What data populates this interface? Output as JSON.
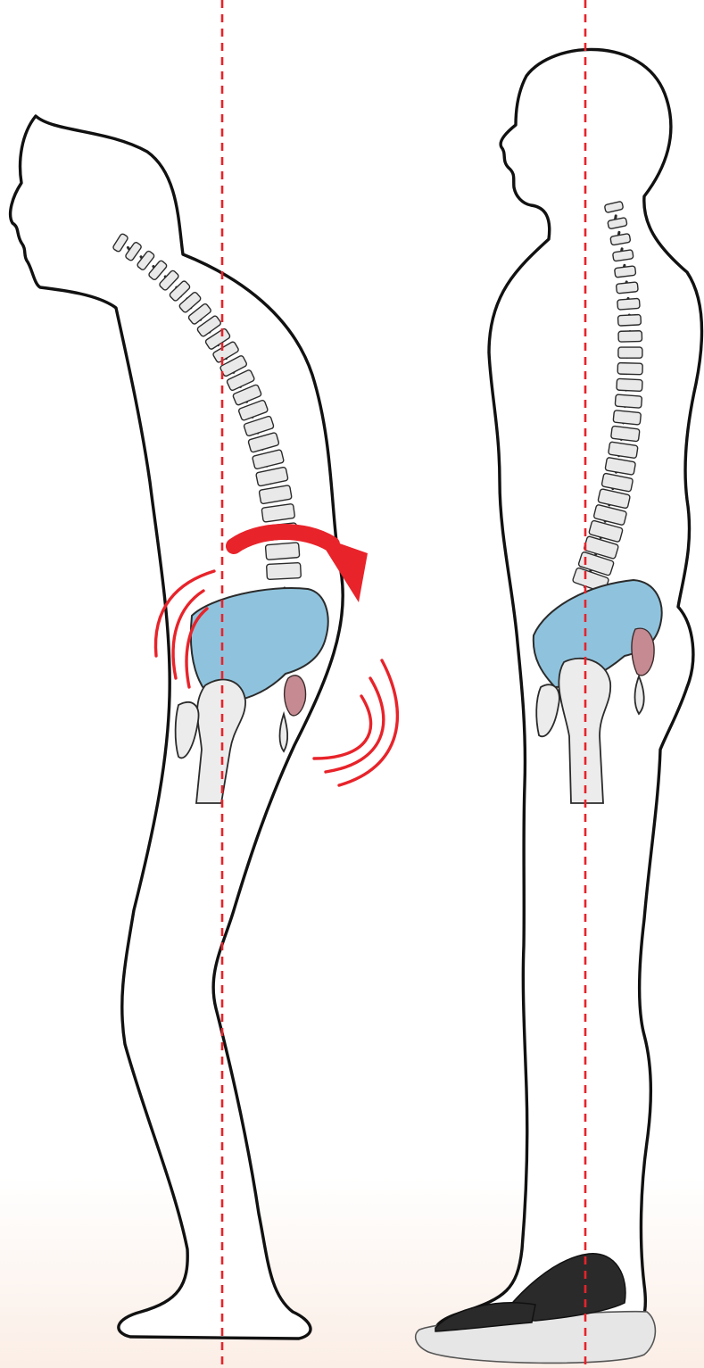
{
  "figures": [
    {
      "id": "slouched-posture",
      "pelvis_tilt": "backward",
      "indicators": [
        "rotation-arrow",
        "motion-lines-front",
        "motion-lines-back"
      ]
    },
    {
      "id": "upright-posture",
      "footwear": "sandal"
    }
  ],
  "colors": {
    "plumb_line": "#e8232a",
    "rotation_arrow": "#e8232a",
    "pelvis": "#8fc3dd",
    "sacrum": "#c58a92",
    "bone": "#ececec",
    "outline": "#111111"
  },
  "icons": {
    "rotation": "curved-arrow-icon",
    "motion": "motion-lines-icon",
    "footwear": "sandal-icon"
  }
}
